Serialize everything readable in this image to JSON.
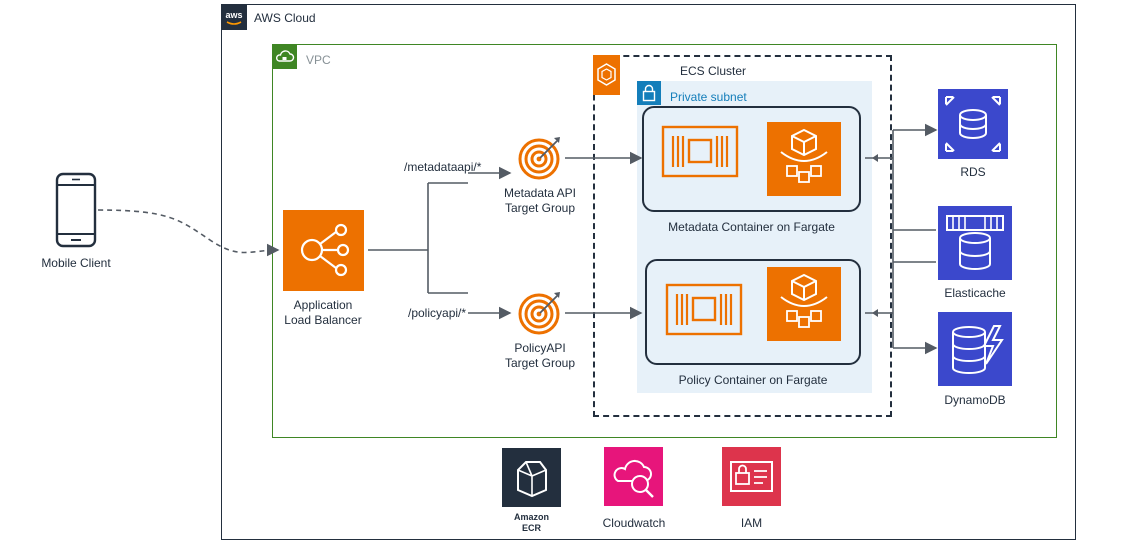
{
  "groups": {
    "aws_cloud": "AWS Cloud",
    "vpc": "VPC",
    "ecs_cluster": "ECS Cluster",
    "private_subnet": "Private subnet"
  },
  "client": {
    "label": "Mobile Client"
  },
  "alb": {
    "label_line1": "Application",
    "label_line2": "Load Balancer"
  },
  "routes": {
    "metadata_path": "/metadataapi/*",
    "policy_path": "/policyapi/*"
  },
  "target_groups": {
    "metadata_line1": "Metadata API",
    "metadata_line2": "Target Group",
    "policy_line1": "PolicyAPI",
    "policy_line2": "Target Group"
  },
  "containers": {
    "metadata": "Metadata Container on Fargate",
    "policy": "Policy Container on Fargate"
  },
  "datastores": {
    "rds": "RDS",
    "elasticache": "Elasticache",
    "dynamodb": "DynamoDB"
  },
  "services": {
    "ecr_line1": "Amazon",
    "ecr_line2": "ECR",
    "cloudwatch": "Cloudwatch",
    "iam": "IAM"
  },
  "icons": {
    "aws_logo": "aws-logo-icon",
    "vpc": "vpc-cloud-icon",
    "ecs": "ecs-icon",
    "lock": "lock-icon",
    "mobile": "mobile-phone-icon",
    "alb": "load-balancer-icon",
    "target": "target-group-icon",
    "chip": "fargate-chip-icon",
    "container": "container-cubes-icon",
    "rds": "rds-icon",
    "elasticache": "elasticache-icon",
    "dynamodb": "dynamodb-icon",
    "ecr": "ecr-icon",
    "cloudwatch": "cloudwatch-icon",
    "iam": "iam-icon"
  },
  "colors": {
    "aws_dark": "#232f3e",
    "vpc_green": "#3f8624",
    "compute_orange": "#ed7100",
    "subnet_blue": "#e7f1f9",
    "db_blue": "#3b48cc",
    "mgmt_pink": "#e7157b",
    "security_red": "#dd344c",
    "line_gray": "#545b64"
  }
}
